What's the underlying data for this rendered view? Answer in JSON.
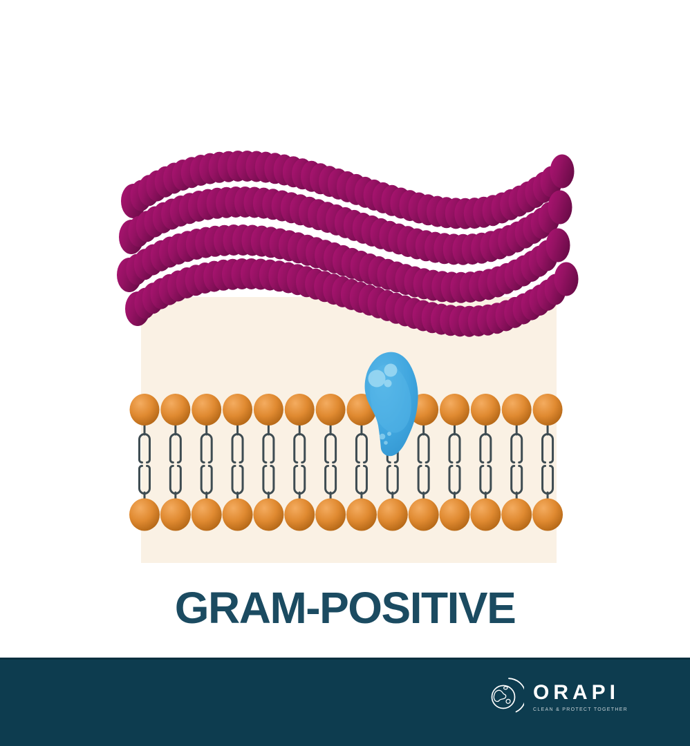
{
  "page": {
    "background": "#FFFFFF"
  },
  "title": {
    "text": "GRAM-POSITIVE",
    "color": "#1B4B61"
  },
  "footer": {
    "background": "#0D3C4F",
    "brand": "ORAPI",
    "tagline": "CLEAN & PROTECT TOGETHER",
    "logo_icon": "globe-with-orbit-icon",
    "text_color": "#FFFFFF"
  },
  "diagram": {
    "description": "Gram-positive bacterial cell envelope: thick peptidoglycan layer above a phospholipid bilayer with one membrane protein",
    "wall_background_color": "#FAF1E4",
    "peptidoglycan": {
      "chain_count": 4,
      "bead_color_light": "#AD1473",
      "bead_color_mid": "#951263",
      "bead_color_dark": "#6E0C4A"
    },
    "bilayer": {
      "rows": 2,
      "lipids_per_row": 14,
      "head_color_light": "#F4AC60",
      "head_color_mid": "#E08A31",
      "head_color_dark": "#A0570A",
      "tail_color": "#3E4C52"
    },
    "protein": {
      "color_light": "#58B7E8",
      "color_main": "#3FA5DE",
      "color_dark": "#2E90CB",
      "highlight_color": "#9AD7F2"
    }
  }
}
